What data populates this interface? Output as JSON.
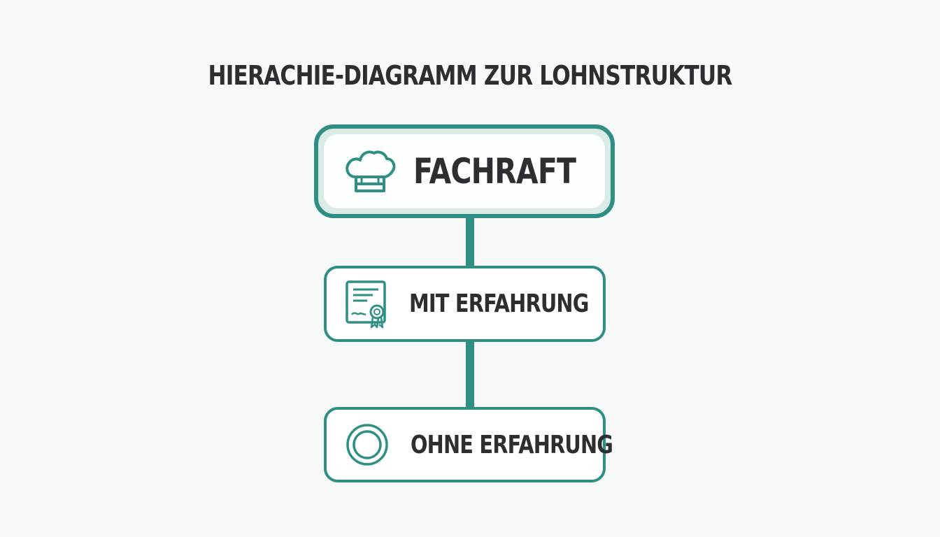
{
  "title": "HIERACHIE-DIAGRAMM ZUR LOHNSTRUKTUR",
  "colors": {
    "accent": "#2e8f82",
    "accent_light": "#d9ebe7",
    "text": "#2b2f31",
    "background": "#f7f8f8"
  },
  "nodes": [
    {
      "label": "FACHRAFT",
      "icon": "chef-hat-icon"
    },
    {
      "label": "MIT ERFAHRUNG",
      "icon": "certificate-icon"
    },
    {
      "label": "OHNE ERFAHRUNG",
      "icon": "circle-icon"
    }
  ]
}
